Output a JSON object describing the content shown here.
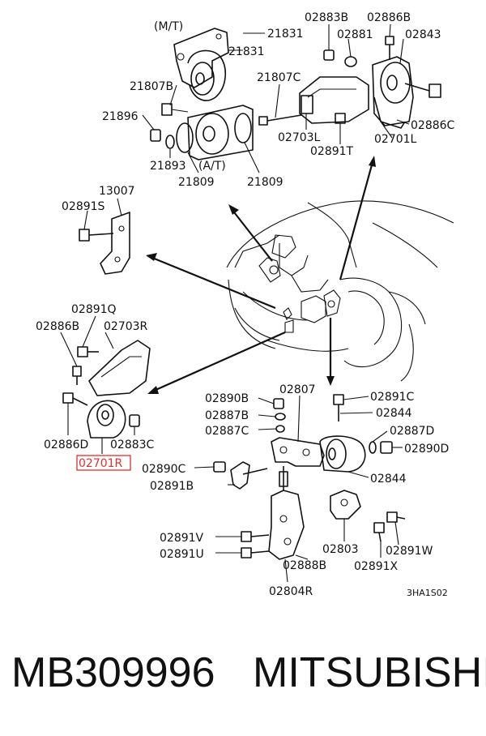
{
  "labels": {
    "mt": "(M/T)",
    "at": "(A/T)",
    "p21831a": "21831",
    "p21831b": "21831",
    "p21807b": "21807B",
    "p21896": "21896",
    "p21893": "21893",
    "p21809a": "21809",
    "p21809b": "21809",
    "p21807c": "21807C",
    "p02883b": "02883B",
    "p02886b_top": "02886B",
    "p02881": "02881",
    "p02843": "02843",
    "p02886c": "02886C",
    "p02703l": "02703L",
    "p02701l": "02701L",
    "p02891t": "02891T",
    "p13007": "13007",
    "p02891s": "02891S",
    "p02891q": "02891Q",
    "p02886b_left": "02886B",
    "p02703r": "02703R",
    "p02886d": "02886D",
    "p02883c": "02883C",
    "p02701r": "02701R",
    "p02890b": "02890B",
    "p02887b": "02887B",
    "p02887c": "02887C",
    "p02807": "02807",
    "p02891c": "02891C",
    "p02844a": "02844",
    "p02887d": "02887D",
    "p02890d": "02890D",
    "p02844b": "02844",
    "p02890c": "02890C",
    "p02891b": "02891B",
    "p02891v": "02891V",
    "p02891u": "02891U",
    "p02803": "02803",
    "p02891w": "02891W",
    "p02891x": "02891X",
    "p02888b": "02888B",
    "p02804r": "02804R",
    "code": "3HA1S02"
  },
  "footer": {
    "part_number": "MB309996",
    "brand": "MITSUBISHI"
  },
  "highlight_color": "#e03030"
}
